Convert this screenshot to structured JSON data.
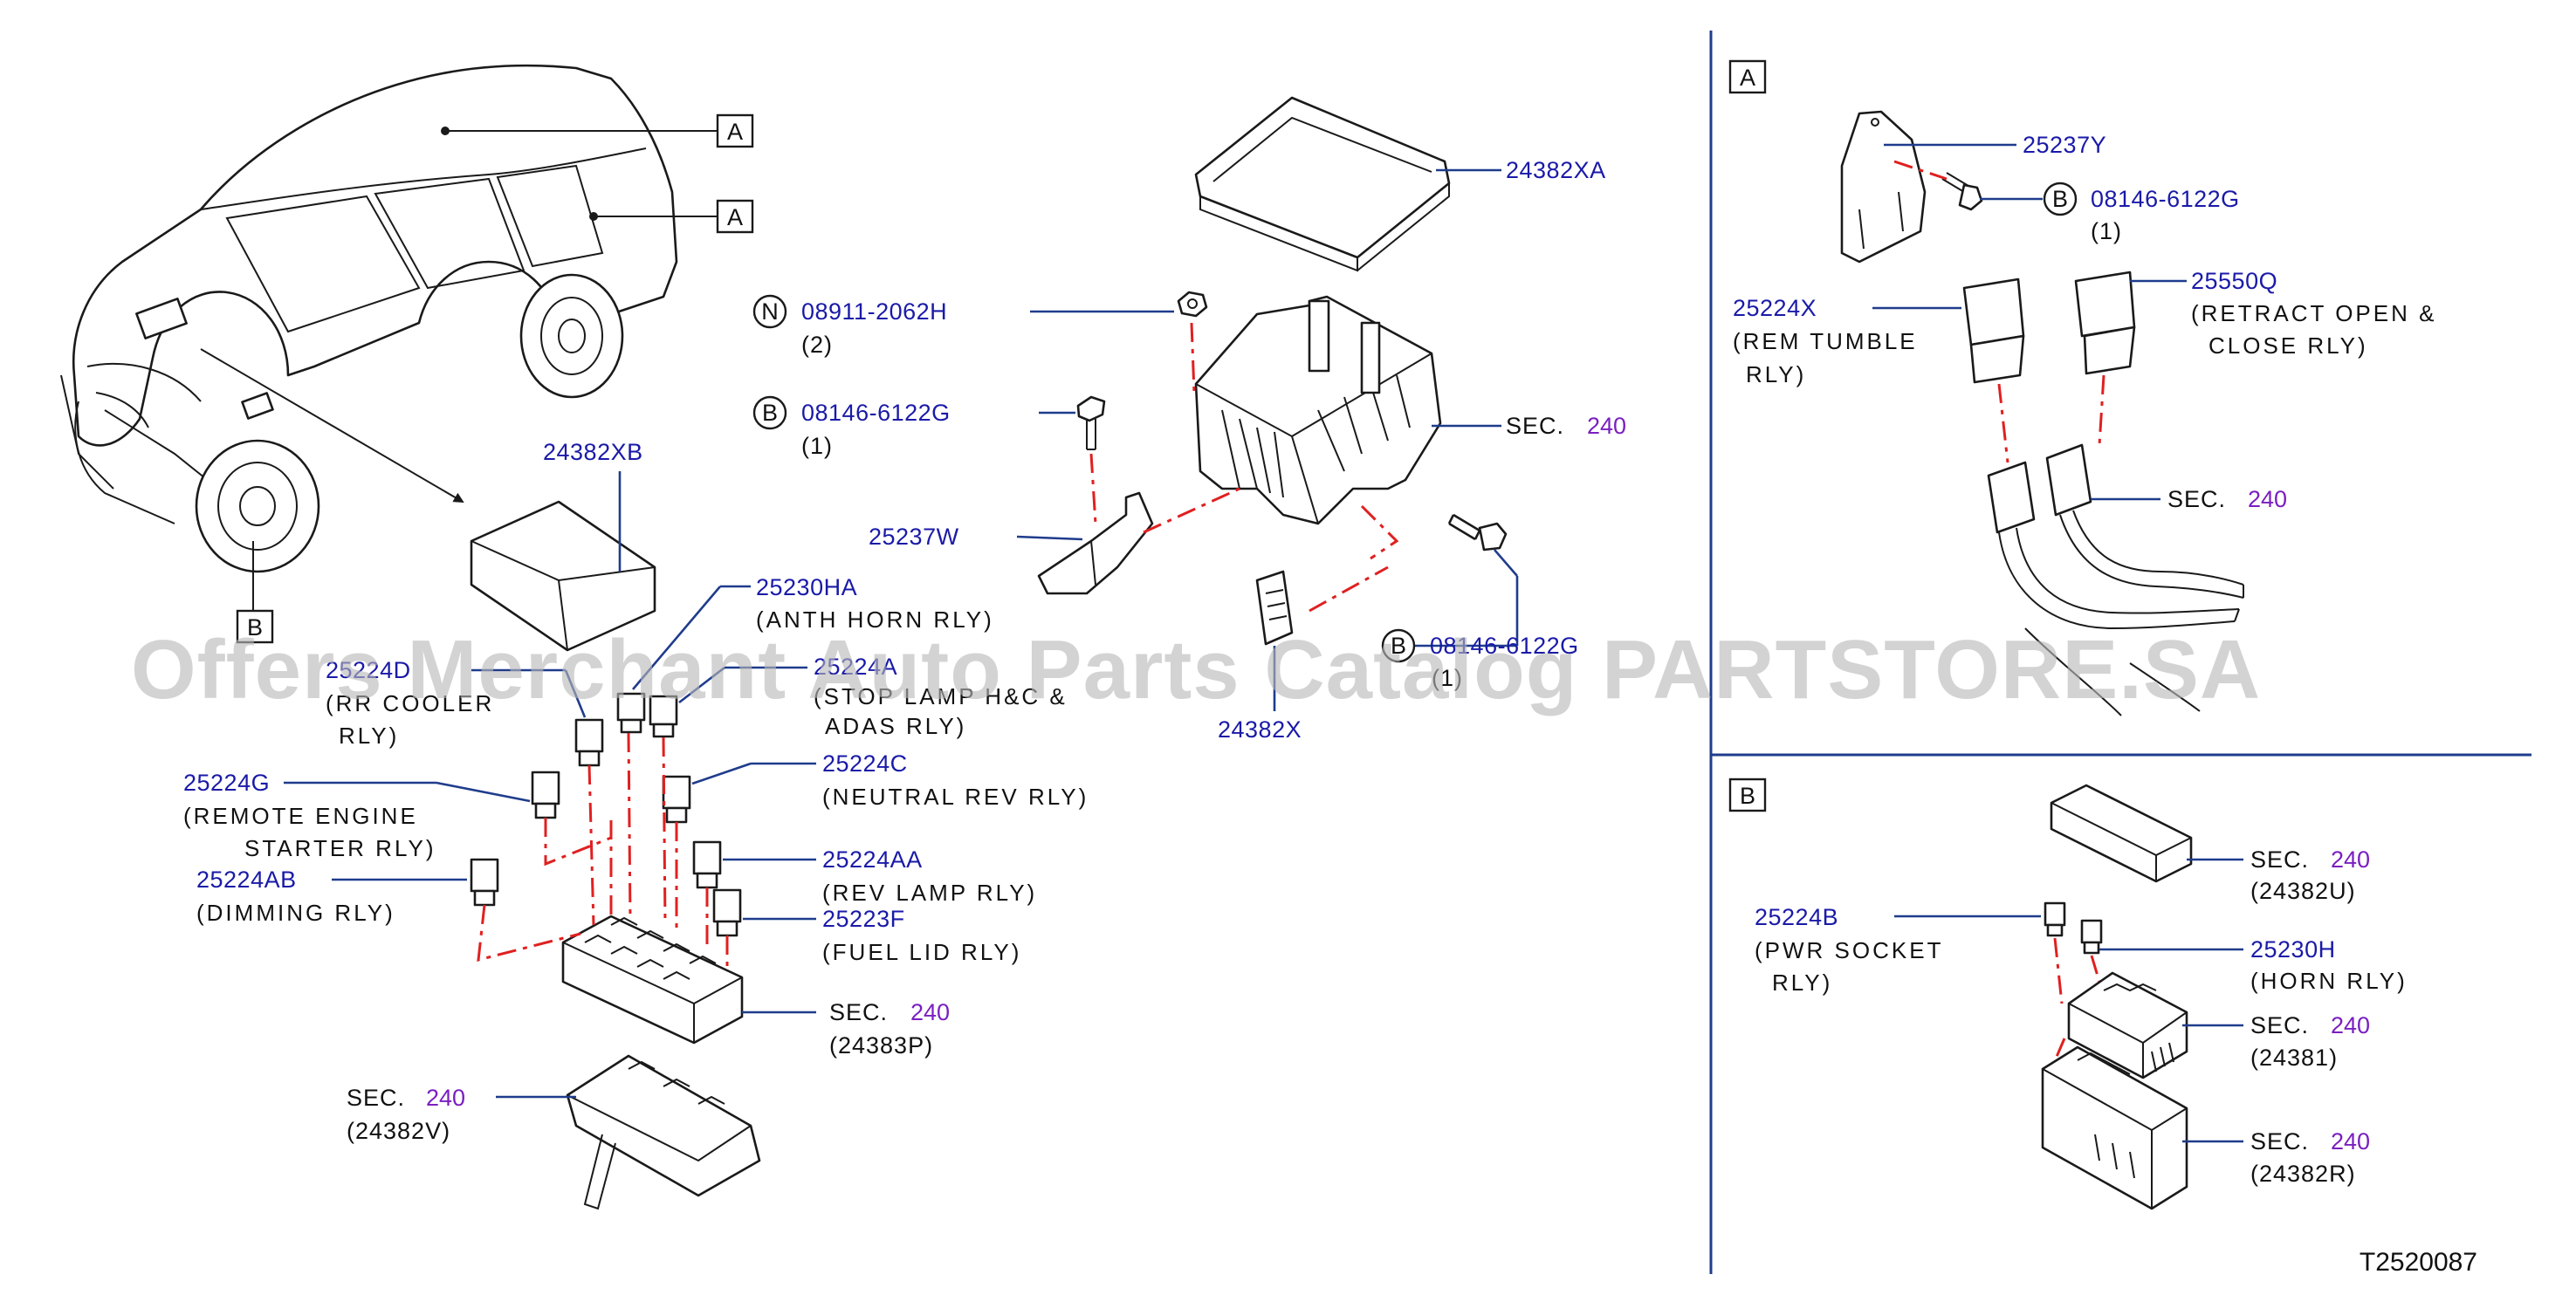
{
  "diagram_code": "T2520087",
  "watermark": "Offers Merchant Auto Parts Catalog PARTSTORE.SA",
  "view_refs": {
    "a": "A",
    "b": "B"
  },
  "sec_word": "SEC.",
  "sec_page": "240",
  "main": {
    "car_ref_a1": "A",
    "car_ref_a2": "A",
    "car_ref_b": "B",
    "cover_top": "24382XA",
    "nut": {
      "symbol": "N",
      "part": "08911-2062H",
      "qty": "(2)"
    },
    "bolt1": {
      "symbol": "B",
      "part": "08146-6122G",
      "qty": "(1)"
    },
    "bracket": "25237W",
    "bolt2": {
      "symbol": "B",
      "part": "08146-6122G",
      "qty": "(1)"
    },
    "clip": "24382X",
    "box_sec": "SEC.",
    "box_sec_page": "240",
    "small_cover": "24382XB",
    "anth_horn": {
      "part": "25230HA",
      "desc": "(ANTH  HORN  RLY)"
    },
    "stop_lamp": {
      "part": "25224A",
      "desc1": "(STOP  LAMP  H&C  &",
      "desc2": "ADAS  RLY)"
    },
    "rr_cooler": {
      "part": "25224D",
      "desc1": "(RR  COOLER",
      "desc2": "RLY)"
    },
    "remote": {
      "part": "25224G",
      "desc1": "(REMOTE  ENGINE",
      "desc2": "STARTER  RLY)"
    },
    "dimming": {
      "part": "25224AB",
      "desc": "(DIMMING  RLY)"
    },
    "neutral": {
      "part": "25224C",
      "desc": "(NEUTRAL  REV  RLY)"
    },
    "rev_lamp": {
      "part": "25224AA",
      "desc": "(REV  LAMP  RLY)"
    },
    "fuel_lid": {
      "part": "25223F",
      "desc": "(FUEL  LID  RLY)"
    },
    "relay_block": {
      "sec": "SEC.",
      "page": "240",
      "ref": "(24383P)"
    },
    "bracket_low": {
      "sec": "SEC.",
      "page": "240",
      "ref": "(24382V)"
    }
  },
  "view_a": {
    "label": "A",
    "bracket": "25237Y",
    "bolt": {
      "symbol": "B",
      "part": "08146-6122G",
      "qty": "(1)"
    },
    "retract": {
      "part": "25550Q",
      "desc1": "(RETRACT  OPEN  &",
      "desc2": "CLOSE  RLY)"
    },
    "rem_tumble": {
      "part": "25224X",
      "desc1": "(REM  TUMBLE",
      "desc2": "RLY)"
    },
    "connector": {
      "sec": "SEC.",
      "page": "240"
    }
  },
  "view_b": {
    "label": "B",
    "cover": {
      "sec": "SEC.",
      "page": "240",
      "ref": "(24382U)"
    },
    "pwr_socket": {
      "part": "25224B",
      "desc1": "(PWR  SOCKET",
      "desc2": "RLY)"
    },
    "horn": {
      "part": "25230H",
      "desc": "(HORN  RLY)"
    },
    "fuse_block": {
      "sec": "SEC.",
      "page": "240",
      "ref": "(24381)"
    },
    "base": {
      "sec": "SEC.",
      "page": "240",
      "ref": "(24382R)"
    }
  }
}
